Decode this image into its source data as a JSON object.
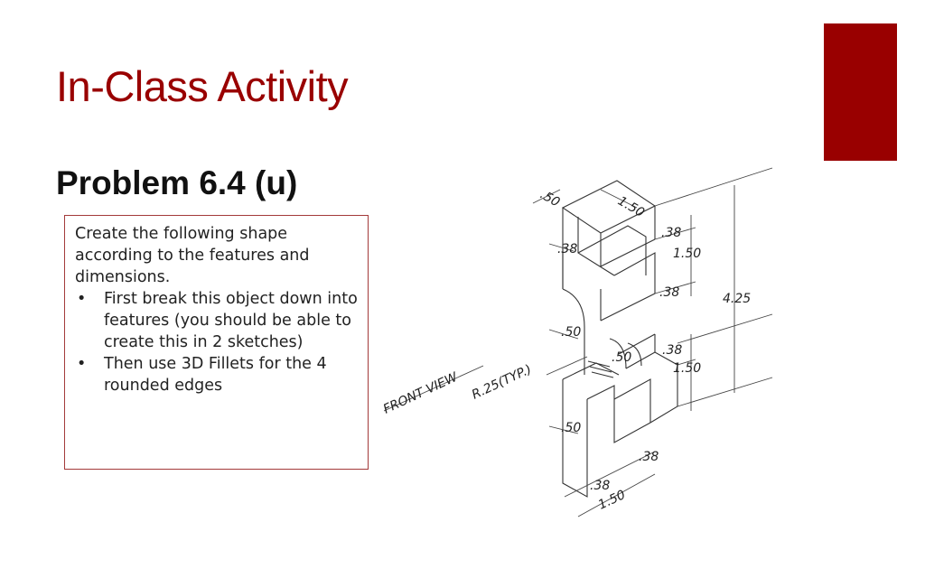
{
  "slide": {
    "title": "In-Class Activity",
    "subtitle": "Problem 6.4 (u)",
    "accent_color": "#990000"
  },
  "instructions": {
    "intro": "Create the following shape according to the features and dimensions.",
    "bullet_symbol": "•",
    "bullets": [
      "First break this object down into features (you should be able to create this in 2 sketches)",
      "Then use 3D Fillets for the 4 rounded edges"
    ]
  },
  "drawing": {
    "labels": {
      "front_view": "FRONT VIEW",
      "fillet": "R.25(TYP.)",
      "top_thickness": ".50",
      "top_width": "1.50",
      "top_offset": ".38",
      "right_upper_height": "1.50",
      "mid_offset": ".38",
      "total_height": "4.25",
      "mid_lower_offset": ".38",
      "right_lower_height": "1.50",
      "left_inset": ".38",
      "notch_depth": ".50",
      "notch_width": ".50",
      "left_lower": ".50",
      "bottom_left": ".38",
      "bottom_right": ".38",
      "bottom_width": "1.50"
    }
  }
}
